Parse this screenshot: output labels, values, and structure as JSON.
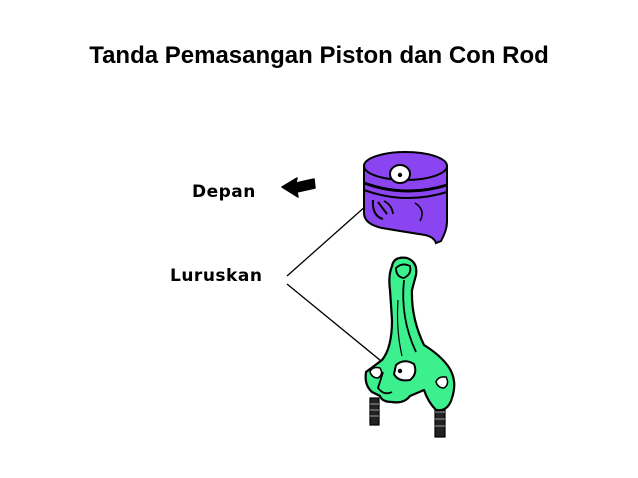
{
  "slide": {
    "title": "Tanda Pemasangan Piston dan Con Rod"
  },
  "diagram": {
    "labels": {
      "front": "Depan",
      "align": "Luruskan"
    },
    "colors": {
      "piston": "#8A45F0",
      "conrod": "#3CF08E",
      "outline": "#000000"
    }
  }
}
